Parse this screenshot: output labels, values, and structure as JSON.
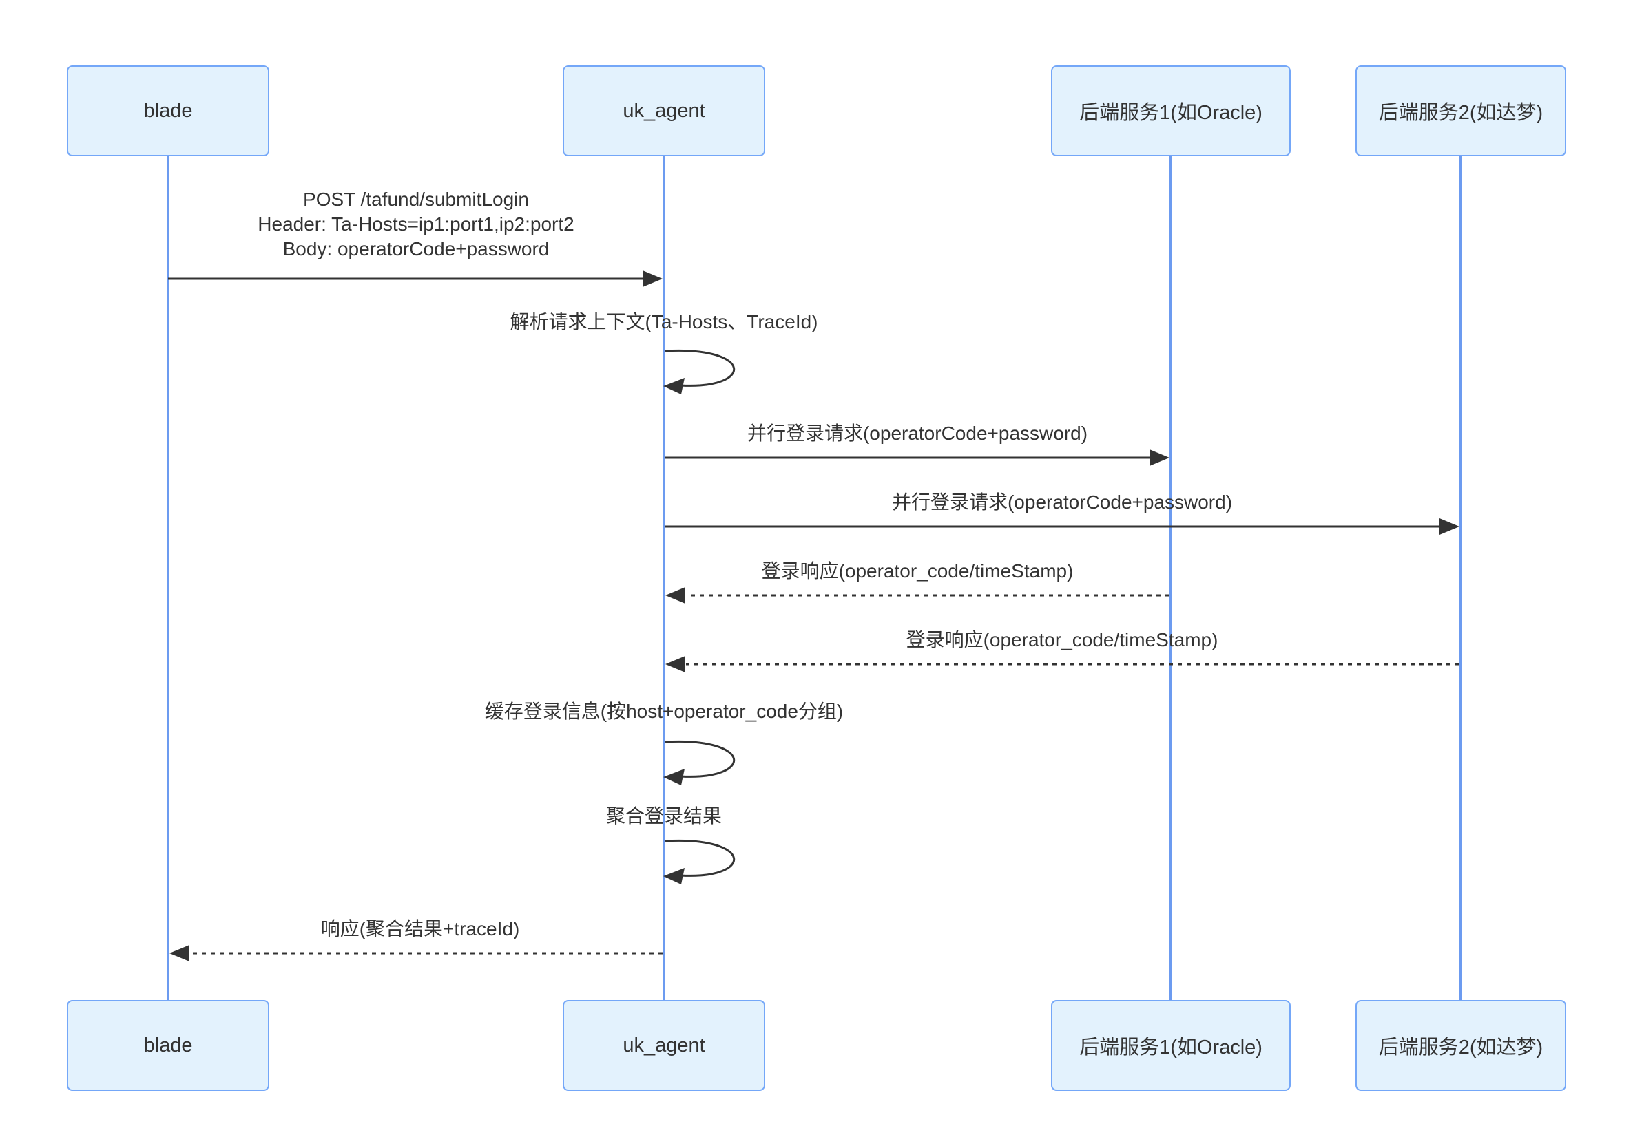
{
  "colors": {
    "actor_fill": "#e3f2fd",
    "actor_border": "#74a7f8",
    "lifeline": "#6c9bf0",
    "arrow": "#333333",
    "text": "#333333"
  },
  "actors": [
    {
      "id": "blade",
      "label": "blade"
    },
    {
      "id": "uk_agent",
      "label": "uk_agent"
    },
    {
      "id": "backend1",
      "label": "后端服务1(如Oracle)"
    },
    {
      "id": "backend2",
      "label": "后端服务2(如达梦)"
    }
  ],
  "messages": [
    {
      "from": "blade",
      "to": "uk_agent",
      "line": "solid",
      "lines": [
        "POST /tafund/submitLogin",
        "Header: Ta-Hosts=ip1:port1,ip2:port2",
        "Body: operatorCode+password"
      ]
    },
    {
      "from": "uk_agent",
      "to": "uk_agent",
      "line": "self",
      "label": "解析请求上下文(Ta-Hosts、TraceId)"
    },
    {
      "from": "uk_agent",
      "to": "backend1",
      "line": "solid",
      "label": "并行登录请求(operatorCode+password)"
    },
    {
      "from": "uk_agent",
      "to": "backend2",
      "line": "solid",
      "label": "并行登录请求(operatorCode+password)"
    },
    {
      "from": "backend1",
      "to": "uk_agent",
      "line": "dashed",
      "label": "登录响应(operator_code/timeStamp)"
    },
    {
      "from": "backend2",
      "to": "uk_agent",
      "line": "dashed",
      "label": "登录响应(operator_code/timeStamp)"
    },
    {
      "from": "uk_agent",
      "to": "uk_agent",
      "line": "self",
      "label": "缓存登录信息(按host+operator_code分组)"
    },
    {
      "from": "uk_agent",
      "to": "uk_agent",
      "line": "self",
      "label": "聚合登录结果"
    },
    {
      "from": "uk_agent",
      "to": "blade",
      "line": "dashed",
      "label": "响应(聚合结果+traceId)"
    }
  ]
}
